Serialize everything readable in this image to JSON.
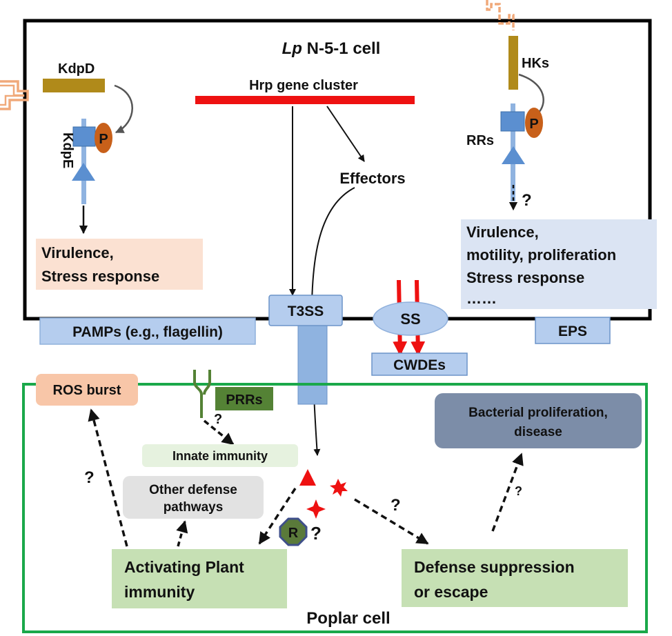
{
  "lp_cell": {
    "title_italic": "Lp",
    "title_rest": " N-5-1 cell",
    "title_color": "#1414d4",
    "border_color": "#000000"
  },
  "poplar_cell": {
    "title": "Poplar cell",
    "title_color": "#1a9a1a",
    "border_color": "#1aa84a"
  },
  "kdp": {
    "kdpd_label": "KdpD",
    "kdpe_label": "KdpE",
    "phospho_label": "P",
    "output_line1": "Virulence,",
    "output_line2": "Stress response"
  },
  "hrp": {
    "cluster_label": "Hrp gene cluster",
    "effectors_label": "Effectors",
    "t3ss_label": "T3SS"
  },
  "hk": {
    "hks_label": "HKs",
    "rrs_label": "RRs",
    "phospho_label": "P",
    "question": "?",
    "output_line1": "Virulence,",
    "output_line2": "motility, proliferation",
    "output_line3": "Stress response",
    "output_line4": "……"
  },
  "membrane": {
    "pamps_label": "PAMPs (e.g., flagellin)",
    "ss_label": "SS",
    "cwdes_label": "CWDEs",
    "eps_label": "EPS"
  },
  "plant": {
    "ros_label": "ROS burst",
    "prrs_label": "PRRs",
    "innate_label": "Innate immunity",
    "other_line1": "Other defense",
    "other_line2": "pathways",
    "r_label": "R",
    "activating_line1": "Activating Plant",
    "activating_line2": "immunity",
    "suppression_line1": "Defense suppression",
    "suppression_line2": "or escape",
    "bacterial_line1": "Bacterial proliferation,",
    "bacterial_line2": "disease",
    "q_prr": "?",
    "q_ros": "?",
    "q_r": "?",
    "q_suppress": "?",
    "q_bacterial": "?"
  },
  "colors": {
    "kinase_bar": "#b08a1a",
    "membrane_loop": "#f0a97a",
    "receptor_blue": "#5b8fd0",
    "receptor_light": "#8fb3e0",
    "phospho": "#c8601a",
    "hrp_red": "#ee1111",
    "peach_box": "#fbe1d2",
    "lightblue_box": "#dbe4f3",
    "blue_box": "#b5cdee",
    "green_box": "#c6e0b4",
    "pale_green_box": "#e6f2df",
    "gray_box": "#e2e2e2",
    "slate_box": "#7c8da8",
    "prr_green": "#548235"
  }
}
